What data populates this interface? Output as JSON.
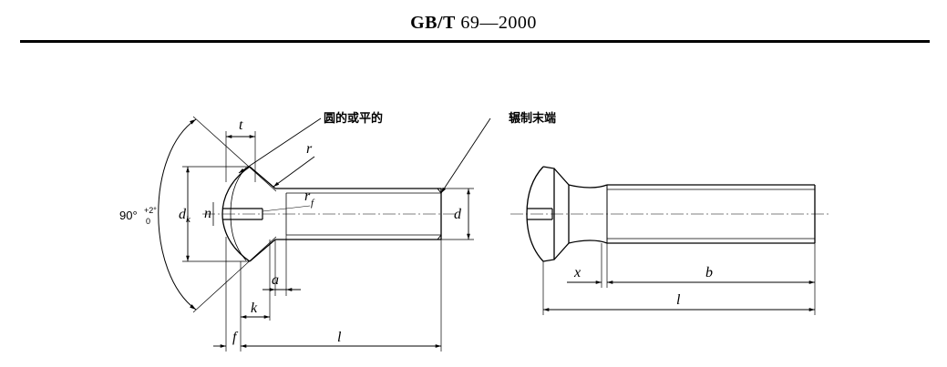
{
  "header": {
    "standard_prefix": "GB/T",
    "standard_number": "69—2000"
  },
  "drawing_left": {
    "callout_head": "圆的或平的",
    "callout_end": "辗制末端",
    "dim_t": "t",
    "dim_r": "r",
    "dim_rf": "r",
    "dim_rf_sub": "f",
    "dim_dk": "d",
    "dim_dk_sub": "k",
    "dim_n": "n",
    "dim_d": "d",
    "dim_a": "a",
    "dim_k": "k",
    "dim_f": "f",
    "dim_l": "l",
    "angle_main": "90°",
    "angle_upper": "+2°",
    "angle_lower": "0"
  },
  "drawing_right": {
    "dim_x": "x",
    "dim_b": "b",
    "dim_l": "l"
  }
}
